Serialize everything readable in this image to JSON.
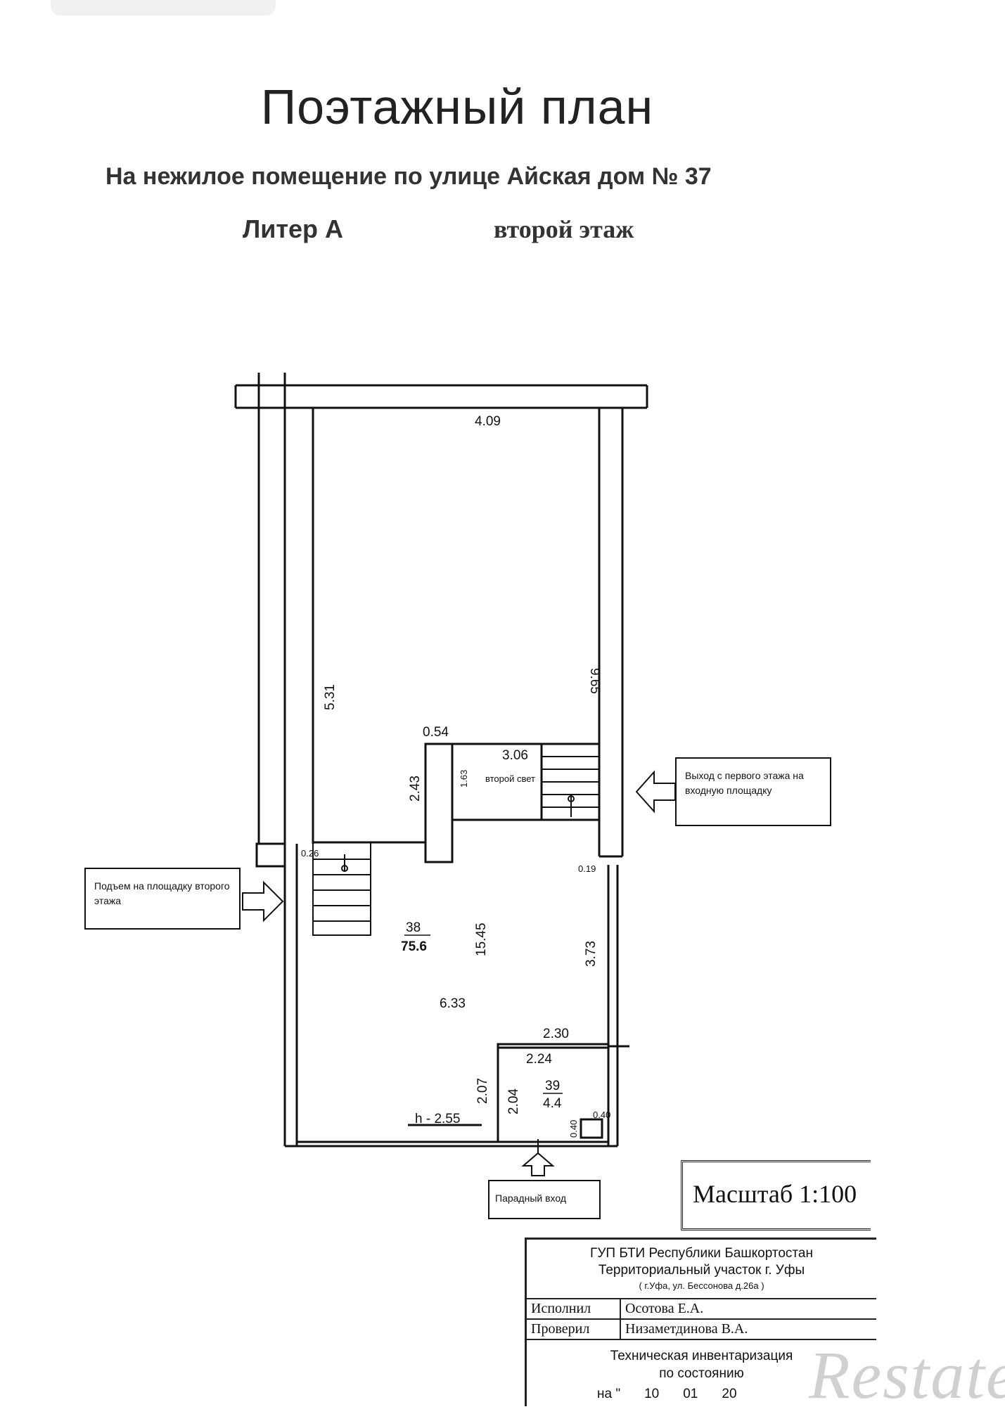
{
  "header": {
    "title": "Поэтажный план",
    "subtitle": "На нежилое помещение по улице   Айская  дом № 37",
    "liter": "Литер   А",
    "floor": "второй этаж"
  },
  "dimensions": {
    "top_width": "4.09",
    "right_height": "9.65",
    "left_height": "5.31",
    "stair_width": "0.54",
    "second_light_width": "3.06",
    "second_light_label": "второй свет",
    "stair_height": "2.43",
    "second_light_height": "1.63",
    "wall_thickness_left": "0.26",
    "wall_thickness_right": "0.19",
    "room_length": "15.45",
    "right_lower_height": "3.73",
    "room_width": "6.33",
    "small_room_outer_width": "2.30",
    "small_room_inner_width": "2.24",
    "small_room_outer_height": "2.07",
    "small_room_inner_height": "2.04",
    "ceiling_height": "h - 2.55",
    "column_a": "0.40",
    "column_b": "0.40"
  },
  "rooms": [
    {
      "number": "38",
      "area": "75.6"
    },
    {
      "number": "39",
      "area": "4.4"
    }
  ],
  "callouts": {
    "exit_first_floor": "Выход с первого этажа на входную площадку",
    "lift_to_platform": "Подъем на площадку второго этажа",
    "main_entrance": "Парадный вход"
  },
  "scale": "Масштаб 1:100",
  "stamp": {
    "org_line1": "ГУП БТИ Республики Башкортостан",
    "org_line2": "Территориальный участок  г. Уфы",
    "address": "( г.Уфа, ул. Бессонова  д.26а )",
    "rows": [
      {
        "role": "Исполнил",
        "name": "Осотова Е.А."
      },
      {
        "role": "Проверил",
        "name": "Низаметдинова В.А."
      }
    ],
    "tech_line1": "Техническая инвентаризация",
    "tech_line2": "по состоянию",
    "date_prefix": "на \"",
    "date_day": "10",
    "date_month": "01",
    "date_year": "20"
  },
  "watermark": "Restate"
}
